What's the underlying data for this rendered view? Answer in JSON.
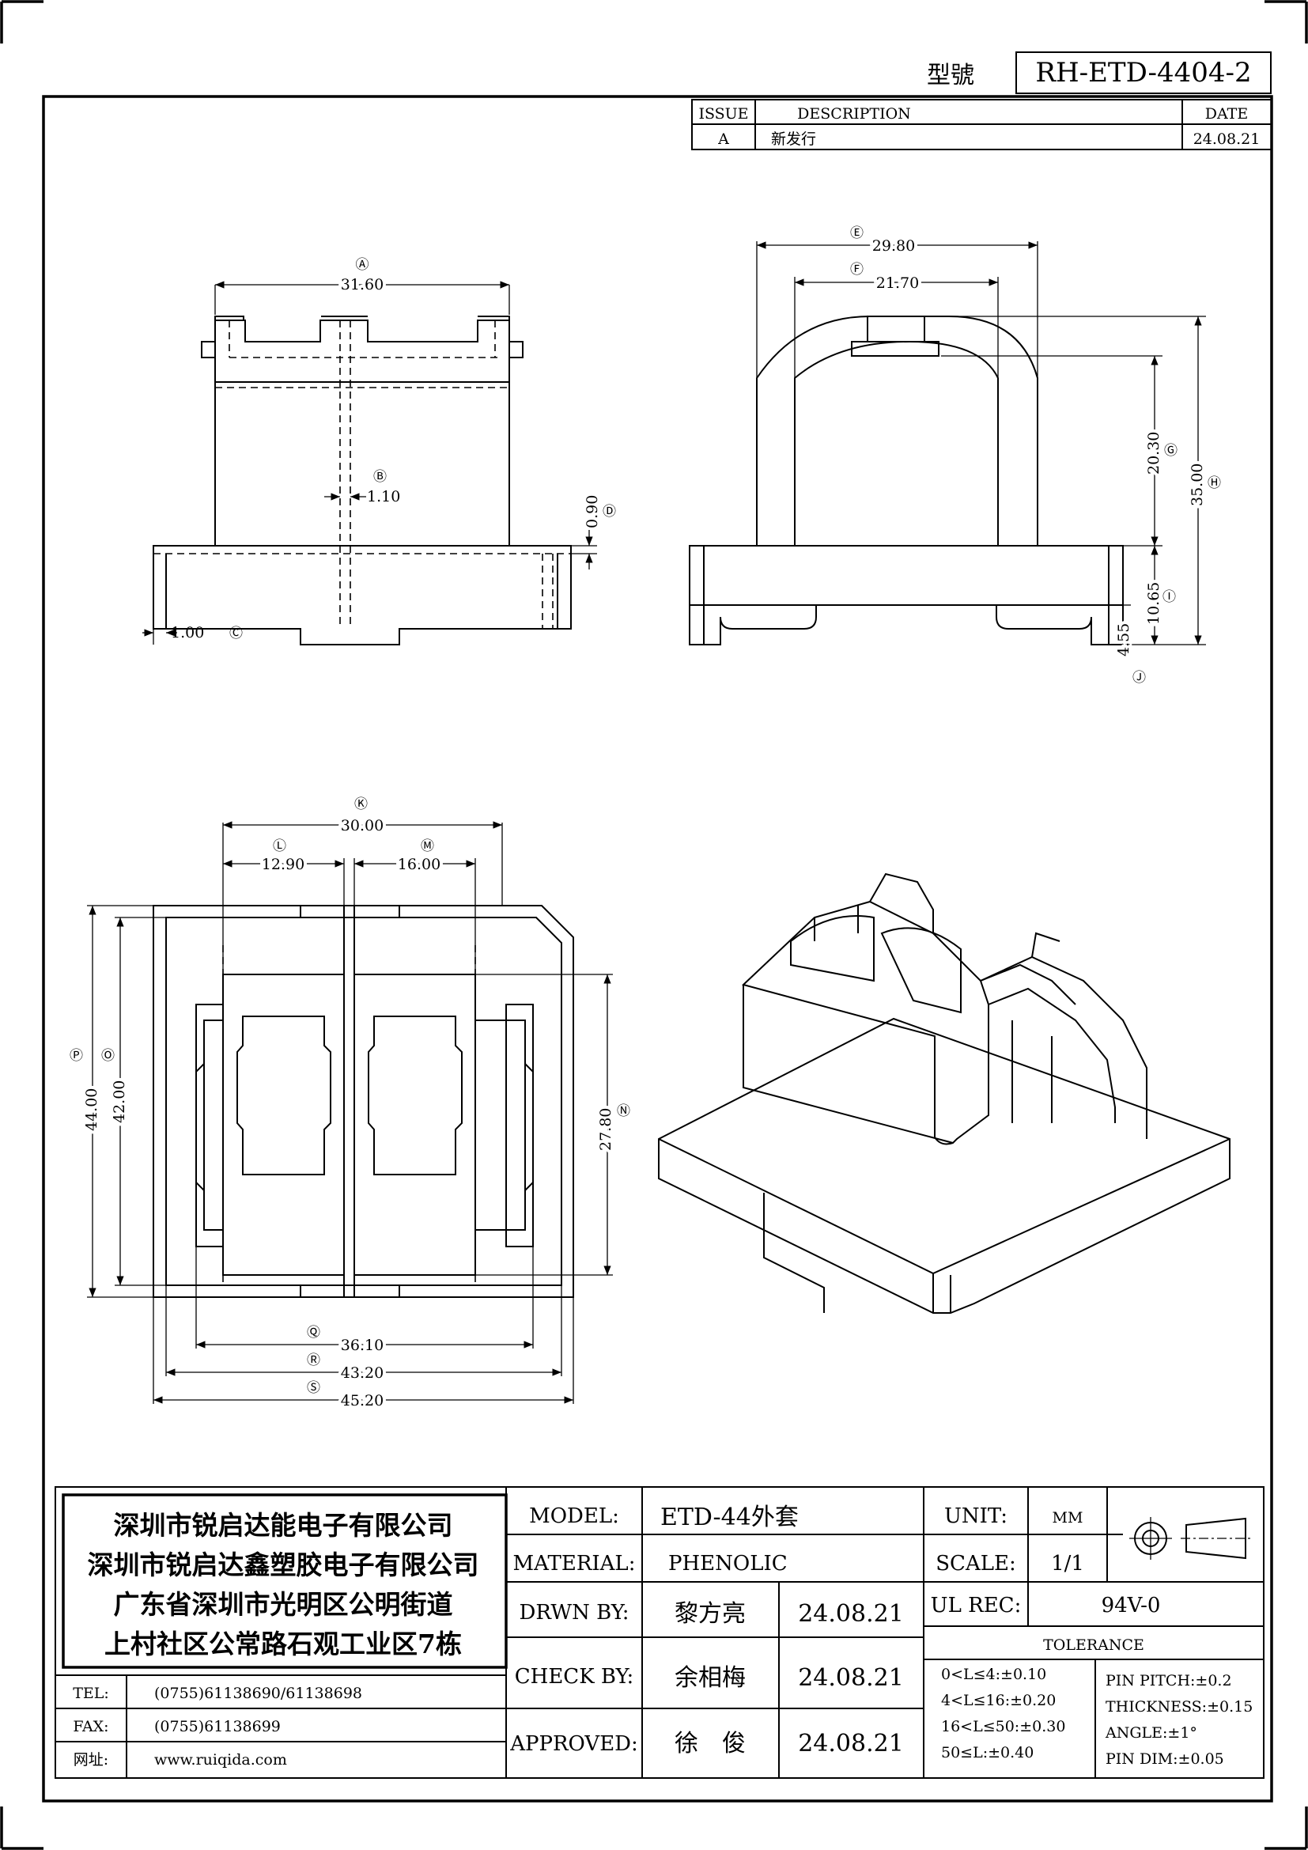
{
  "header": {
    "model_label": "型號",
    "model_no": "RH-ETD-4404-2"
  },
  "revision": {
    "col_issue": "ISSUE",
    "col_description": "DESCRIPTION",
    "col_date": "DATE",
    "rows": [
      {
        "issue": "A",
        "description": "新发行",
        "date": "24.08.21"
      }
    ]
  },
  "dimensions": {
    "A": "31.60",
    "B": "1.10",
    "C": "1.00",
    "D": "0.90",
    "E": "29.80",
    "F": "21.70",
    "G": "20.30",
    "H": "35.00",
    "I": "10.65",
    "J": "4.55",
    "K": "30.00",
    "L": "12.90",
    "M": "16.00",
    "N": "27.80",
    "O": "42.00",
    "P": "44.00",
    "Q": "36.10",
    "R": "43.20",
    "S": "45.20"
  },
  "callouts": {
    "A": "Ⓐ",
    "B": "Ⓑ",
    "C": "Ⓒ",
    "D": "Ⓓ",
    "E": "Ⓔ",
    "F": "Ⓕ",
    "G": "Ⓖ",
    "H": "Ⓗ",
    "I": "Ⓘ",
    "J": "Ⓙ",
    "K": "Ⓚ",
    "L": "Ⓛ",
    "M": "Ⓜ",
    "N": "Ⓝ",
    "O": "Ⓞ",
    "P": "Ⓟ",
    "Q": "Ⓠ",
    "R": "Ⓡ",
    "S": "Ⓢ"
  },
  "company": {
    "name1": "深圳市锐启达能电子有限公司",
    "name2": "深圳市锐启达鑫塑胶电子有限公司",
    "address1": "广东省深圳市光明区公明街道",
    "address2": "上村社区公常路石观工业区7栋",
    "tel_label": "TEL:",
    "tel": "(0755)61138690/61138698",
    "fax_label": "FAX:",
    "fax": "(0755)61138699",
    "web_label": "网址:",
    "web": "www.ruiqida.com"
  },
  "titleblock": {
    "model_label": "MODEL:",
    "model": "ETD-44外套",
    "material_label": "MATERIAL:",
    "material": "PHENOLIC",
    "drawn_label": "DRWN BY:",
    "drawn": "黎方亮",
    "drawn_date": "24.08.21",
    "check_label": "CHECK BY:",
    "check": "余相梅",
    "check_date": "24.08.21",
    "approved_label": "APPROVED:",
    "approved": "徐　俊",
    "approved_date": "24.08.21",
    "unit_label": "UNIT:",
    "unit": "MM",
    "scale_label": "SCALE:",
    "scale": "1/1",
    "ul_label": "UL REC:",
    "ul": "94V-0",
    "tolerance_label": "TOLERANCE",
    "tol1": "0<L≤4:±0.10",
    "tol2": "4<L≤16:±0.20",
    "tol3": "16<L≤50:±0.30",
    "tol4": "50≤L:±0.40",
    "pin_pitch": "PIN PITCH:±0.2",
    "thickness": "THICKNESS:±0.15",
    "angle": "ANGLE:±1°",
    "pin_dim": "PIN DIM:±0.05"
  }
}
